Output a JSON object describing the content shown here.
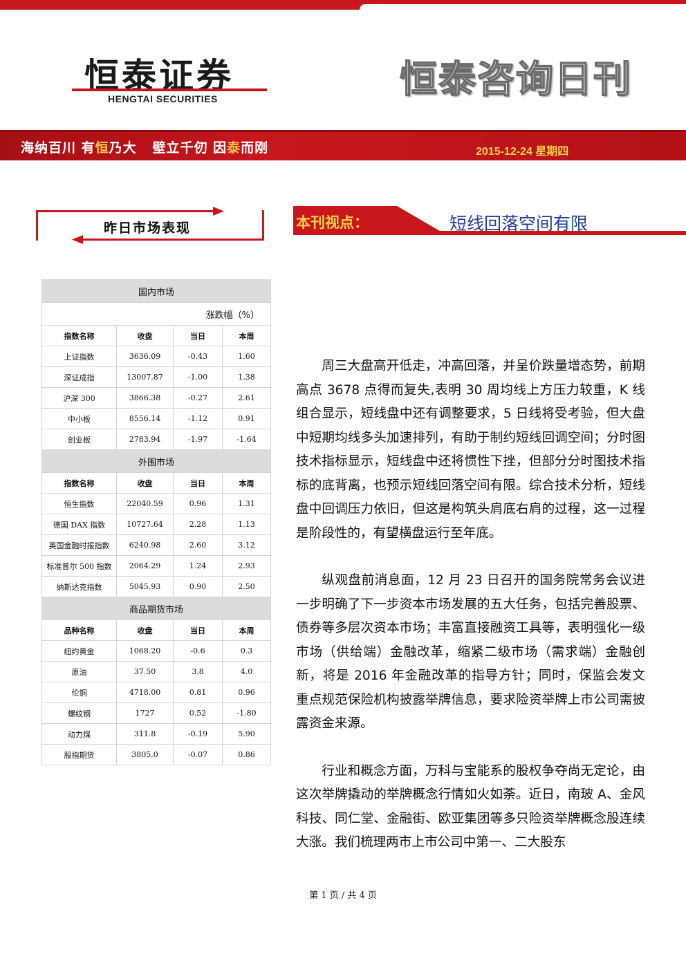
{
  "header": {
    "company_cn": "恒泰证券",
    "company_en": "HENGTAI SECURITIES",
    "publication": "恒泰咨询日刊",
    "slogan_a": "海纳百川 有",
    "slogan_b": "恒",
    "slogan_c": "乃大   壁立千仞 因",
    "slogan_d": "泰",
    "slogan_e": "而刚",
    "date": "2015-12-24 星期四"
  },
  "sections": {
    "market_label": "昨日市场表现",
    "view_label": "本刊视点：",
    "view_title": "短线回落空间有限"
  },
  "table": {
    "domestic_title": "国内市场",
    "unit": "涨跌幅（%）",
    "headers_index": [
      "指数名称",
      "收盘",
      "当日",
      "本周"
    ],
    "domestic_rows": [
      [
        "上证指数",
        "3636.09",
        "-0.43",
        "1.60"
      ],
      [
        "深证成指",
        "13007.87",
        "-1.00",
        "1.38"
      ],
      [
        "沪深 300",
        "3866.38",
        "-0.27",
        "2.61"
      ],
      [
        "中小板",
        "8556.14",
        "-1.12",
        "0.91"
      ],
      [
        "创业板",
        "2783.94",
        "-1.97",
        "-1.64"
      ]
    ],
    "foreign_title": "外围市场",
    "foreign_rows": [
      [
        "恒生指数",
        "22040.59",
        "0.96",
        "1.31"
      ],
      [
        "德国 DAX 指数",
        "10727.64",
        "2.28",
        "1.13"
      ],
      [
        "英国金融时报指数",
        "6240.98",
        "2.60",
        "3.12"
      ],
      [
        "标准普尔 500 指数",
        "2064.29",
        "1.24",
        "2.93"
      ],
      [
        "纳斯达克指数",
        "5045.93",
        "0.90",
        "2.50"
      ]
    ],
    "commodity_title": "商品期货市场",
    "headers_commodity": [
      "品种名称",
      "收盘",
      "当日",
      "本周"
    ],
    "commodity_rows": [
      [
        "纽约黄金",
        "1068.20",
        "-0.6",
        "0.3"
      ],
      [
        "原油",
        "37.50",
        "3.8",
        "4.0"
      ],
      [
        "伦铜",
        "4718.00",
        "0.81",
        "0.96"
      ],
      [
        "螺纹钢",
        "1727",
        "0.52",
        "-1.80"
      ],
      [
        "动力煤",
        "311.8",
        "-0.19",
        "5.90"
      ],
      [
        "股指期货",
        "3805.0",
        "-0.07",
        "0.86"
      ]
    ]
  },
  "body": {
    "p1": "周三大盘高开低走，冲高回落，并呈价跌量增态势，前期高点 3678 点得而复失,表明 30 周均线上方压力较重，K 线组合显示，短线盘中还有调整要求，5 日线将受考验，但大盘中短期均线多头加速排列，有助于制约短线回调空间；分时图技术指标显示，短线盘中还将惯性下挫，但部分分时图技术指标的底背离，也预示短线回落空间有限。综合技术分析，短线盘中回调压力依旧，但这是构筑头肩底右肩的过程，这一过程是阶段性的，有望横盘运行至年底。",
    "p2": "纵观盘前消息面，12 月 23 日召开的国务院常务会议进一步明确了下一步资本市场发展的五大任务，包括完善股票、债券等多层次资本市场；丰富直接融资工具等，表明强化一级市场（供给端）金融改革，缩紧二级市场（需求端）金融创新，将是 2016 年金融改革的指导方针；同时，保监会发文重点规范保险机构披露举牌信息，要求险资举牌上市公司需披露资金来源。",
    "p3": "行业和概念方面，万科与宝能系的股权争夺尚无定论，由这次举牌撬动的举牌概念行情如火如荼。近日，南玻 A、金风科技、同仁堂、金融街、欧亚集团等多只险资举牌概念股连续大涨。我们梳理两市上市公司中第一、二大股东"
  },
  "footer": {
    "page": "第 1 页 / 共 4 页"
  },
  "colors": {
    "brand_red": "#c8161d",
    "accent_yellow": "#f7d046",
    "title_blue": "#1f3f9a"
  }
}
